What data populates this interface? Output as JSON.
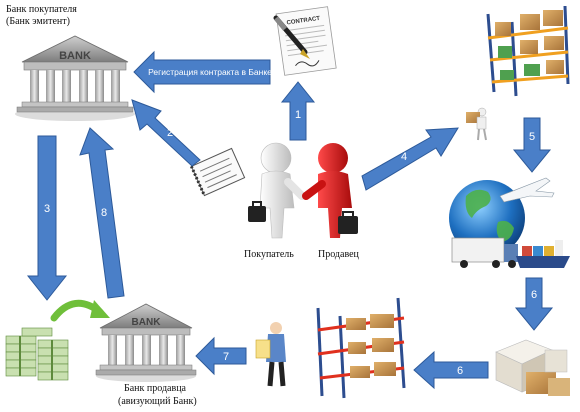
{
  "labels": {
    "buyer_bank": [
      "Банк покупателя",
      "(Банк эмитент)"
    ],
    "seller_bank": [
      "Банк продавца",
      "(авизующий Банк)"
    ],
    "buyer": "Покупатель",
    "seller": "Продавец",
    "contract_doc": "CONTRACT",
    "bank_sign": "BANK"
  },
  "steps": {
    "s1": "1",
    "s2": "2",
    "s3": "3",
    "s4": "4",
    "s5": "5",
    "s6a": "6",
    "s6b": "6",
    "s7": "7",
    "s8": "8",
    "contract_reg": "Регистрация контракта в Банке"
  },
  "colors": {
    "arrow_fill": "#4a7fc8",
    "arrow_stroke": "#2d5a9a",
    "buyer_figure": "#e4e4e4",
    "seller_figure": "#d81a1a",
    "curved_arrow": "#6fbf3a"
  }
}
